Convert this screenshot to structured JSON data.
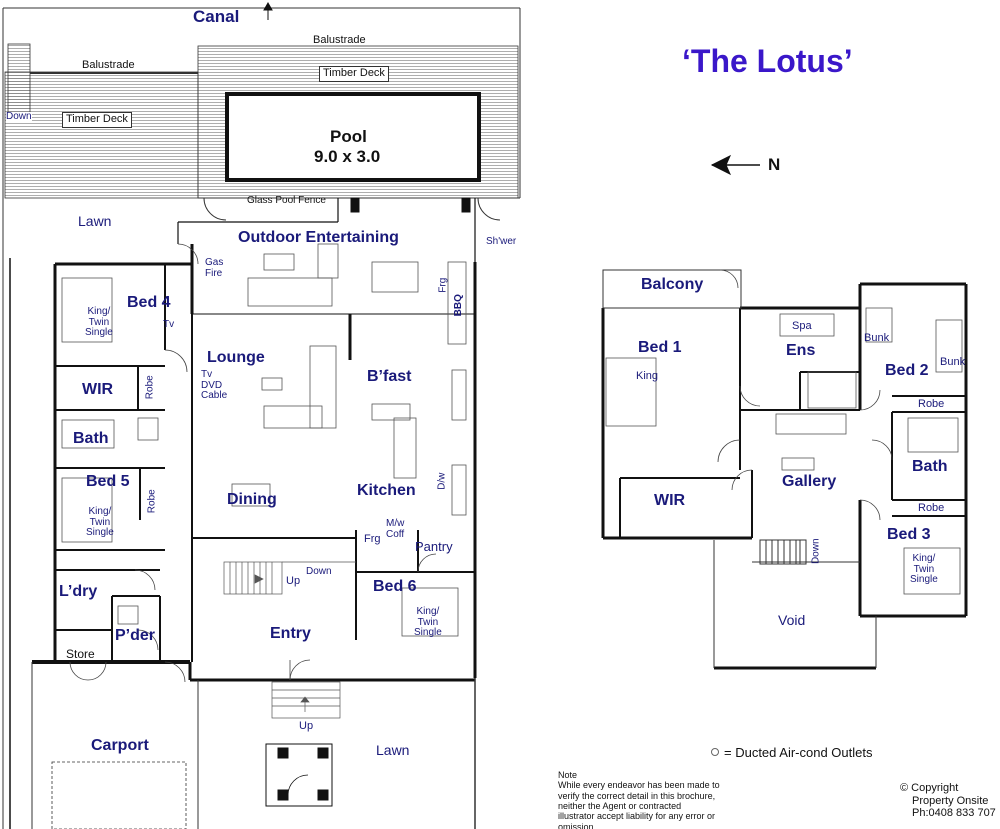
{
  "title": "‘The Lotus’",
  "ground_floor": {
    "canal": "Canal",
    "balustrade_left": "Balustrade",
    "balustrade_right": "Balustrade",
    "timber_deck_left": "Timber Deck",
    "timber_deck_right": "Timber Deck",
    "down_label": "Down",
    "pool": "Pool",
    "pool_size": "9.0 x 3.0",
    "glass_pool_fence": "Glass Pool Fence",
    "lawn_top": "Lawn",
    "outdoor_entertaining": "Outdoor Entertaining",
    "gas_fire": "Gas\nFire",
    "shower": "Sh'wer",
    "frg_outdoor": "Frg",
    "bbq": "BBQ",
    "bed4": "Bed 4",
    "bed4_bed": "King/\nTwin\nSingle",
    "tv_bed4": "Tv",
    "wir": "WIR",
    "robe_wir": "Robe",
    "bath": "Bath",
    "bed5": "Bed 5",
    "bed5_bed": "King/\nTwin\nSingle",
    "robe_bed5": "Robe",
    "lounge": "Lounge",
    "tv_dvd": "Tv\nDVD\nCable",
    "bfast": "B’fast",
    "dining": "Dining",
    "kitchen": "Kitchen",
    "dw": "D/w",
    "mw": "M/w\nCoff",
    "frg_kitchen": "Frg",
    "pantry": "Pantry",
    "ldry": "L’dry",
    "pder": "P’der",
    "store": "Store",
    "down_stairs": "Down",
    "up_stairs": "Up",
    "entry": "Entry",
    "bed6": "Bed 6",
    "bed6_bed": "King/\nTwin\nSingle",
    "up_entry": "Up",
    "carport": "Carport",
    "lawn_bottom": "Lawn"
  },
  "upper_floor": {
    "north": "N",
    "balcony": "Balcony",
    "bed1": "Bed 1",
    "king": "King",
    "wir": "WIR",
    "ens": "Ens",
    "spa": "Spa",
    "bunk1": "Bunk",
    "bunk2": "Bunk",
    "bed2": "Bed 2",
    "robe1": "Robe",
    "bath": "Bath",
    "robe2": "Robe",
    "gallery": "Gallery",
    "bed3": "Bed 3",
    "bed3_bed": "King/\nTwin\nSingle",
    "down": "Down",
    "void": "Void"
  },
  "legend": {
    "aircon": "= Ducted  Air-cond Outlets"
  },
  "note": {
    "heading": "Note",
    "body": "While every endeavor has been made to\nverify the correct detail in this brochure,\nneither the Agent or contracted\nillustrator accept liability for any error or\nomission."
  },
  "copyright": {
    "symbol": "©",
    "line1": "Copyright",
    "line2": "Property Onsite",
    "line3": "Ph:0408 833 707"
  },
  "colors": {
    "label": "#1a1a7a",
    "title": "#3a17c9",
    "wall": "#111111"
  }
}
